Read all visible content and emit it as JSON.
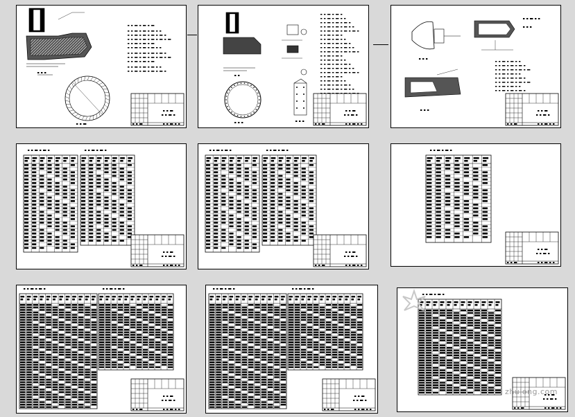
{
  "sheets": [
    {
      "id": "s1",
      "type": "detail",
      "label": "sheet-1-well-section-detail"
    },
    {
      "id": "s2",
      "type": "detail",
      "label": "sheet-2-pipe-joint-detail"
    },
    {
      "id": "s3",
      "type": "detail",
      "label": "sheet-3-connection-detail"
    },
    {
      "id": "s4",
      "type": "table",
      "tables": 2,
      "rows": 28,
      "dense": false
    },
    {
      "id": "s5",
      "type": "table",
      "tables": 2,
      "rows": 28,
      "dense": false
    },
    {
      "id": "s6",
      "type": "table",
      "tables": 1,
      "rows": 24,
      "dense": false
    },
    {
      "id": "s7",
      "type": "table",
      "tables": 2,
      "rows": 40,
      "dense": true
    },
    {
      "id": "s8",
      "type": "table",
      "tables": 2,
      "rows": 40,
      "dense": true
    },
    {
      "id": "s9",
      "type": "table",
      "tables": 1,
      "rows": 36,
      "dense": true
    }
  ],
  "watermark": {
    "text": "zhulong.com",
    "color": "#9a9a9a"
  },
  "colors": {
    "background": "#d9d9d9",
    "sheet": "#ffffff",
    "ink": "#000000"
  }
}
